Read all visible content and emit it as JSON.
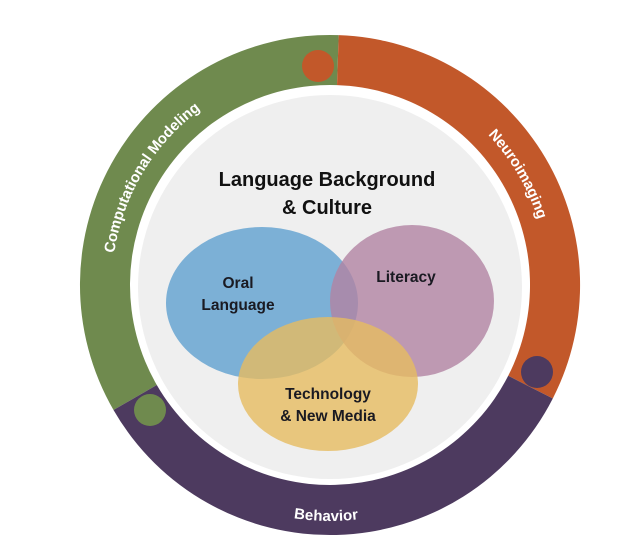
{
  "ring": {
    "segments": [
      {
        "label": "Computational Modeling",
        "color": "#6f8a4e"
      },
      {
        "label": "Neuroimaging",
        "color": "#c2582a"
      },
      {
        "label": "Behavior",
        "color": "#4d3a5f"
      }
    ]
  },
  "center": {
    "title_line1": "Language Background",
    "title_line2": "& Culture",
    "background_color": "#efefef"
  },
  "venn": [
    {
      "line1": "Oral",
      "line2": "Language",
      "color": "#5fa0cf"
    },
    {
      "line1": "Literacy",
      "color": "#b283a3"
    },
    {
      "line1": "Technology",
      "line2": "& New Media",
      "color": "#e6bc60"
    }
  ]
}
